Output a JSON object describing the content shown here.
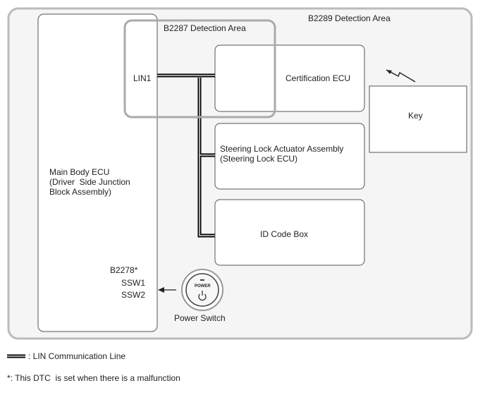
{
  "areas": {
    "b2289": "B2289 Detection Area",
    "b2287": "B2287 Detection Area"
  },
  "main_ecu": {
    "title": "Main Body ECU",
    "line2": "(Driver  Side Junction",
    "line3": "Block Assembly)",
    "lin_port": "LIN1",
    "dtc": "B2278*",
    "ssw1": "SSW1",
    "ssw2": "SSW2"
  },
  "certification_ecu": "Certification ECU",
  "steering_lock": {
    "line1": "Steering Lock Actuator Assembly",
    "line2": "(Steering Lock ECU)"
  },
  "id_code_box": "ID Code Box",
  "key": "Key",
  "power_switch": {
    "label": "Power Switch",
    "button_text": "POWER"
  },
  "legend": {
    "lin_line": ": LIN Communication Line",
    "footnote": "*: This DTC  is set when there is a malfunction"
  },
  "colors": {
    "outer_area": "#bbbbbb",
    "outer_fill": "#f5f5f5",
    "lin_line": "#000000"
  }
}
